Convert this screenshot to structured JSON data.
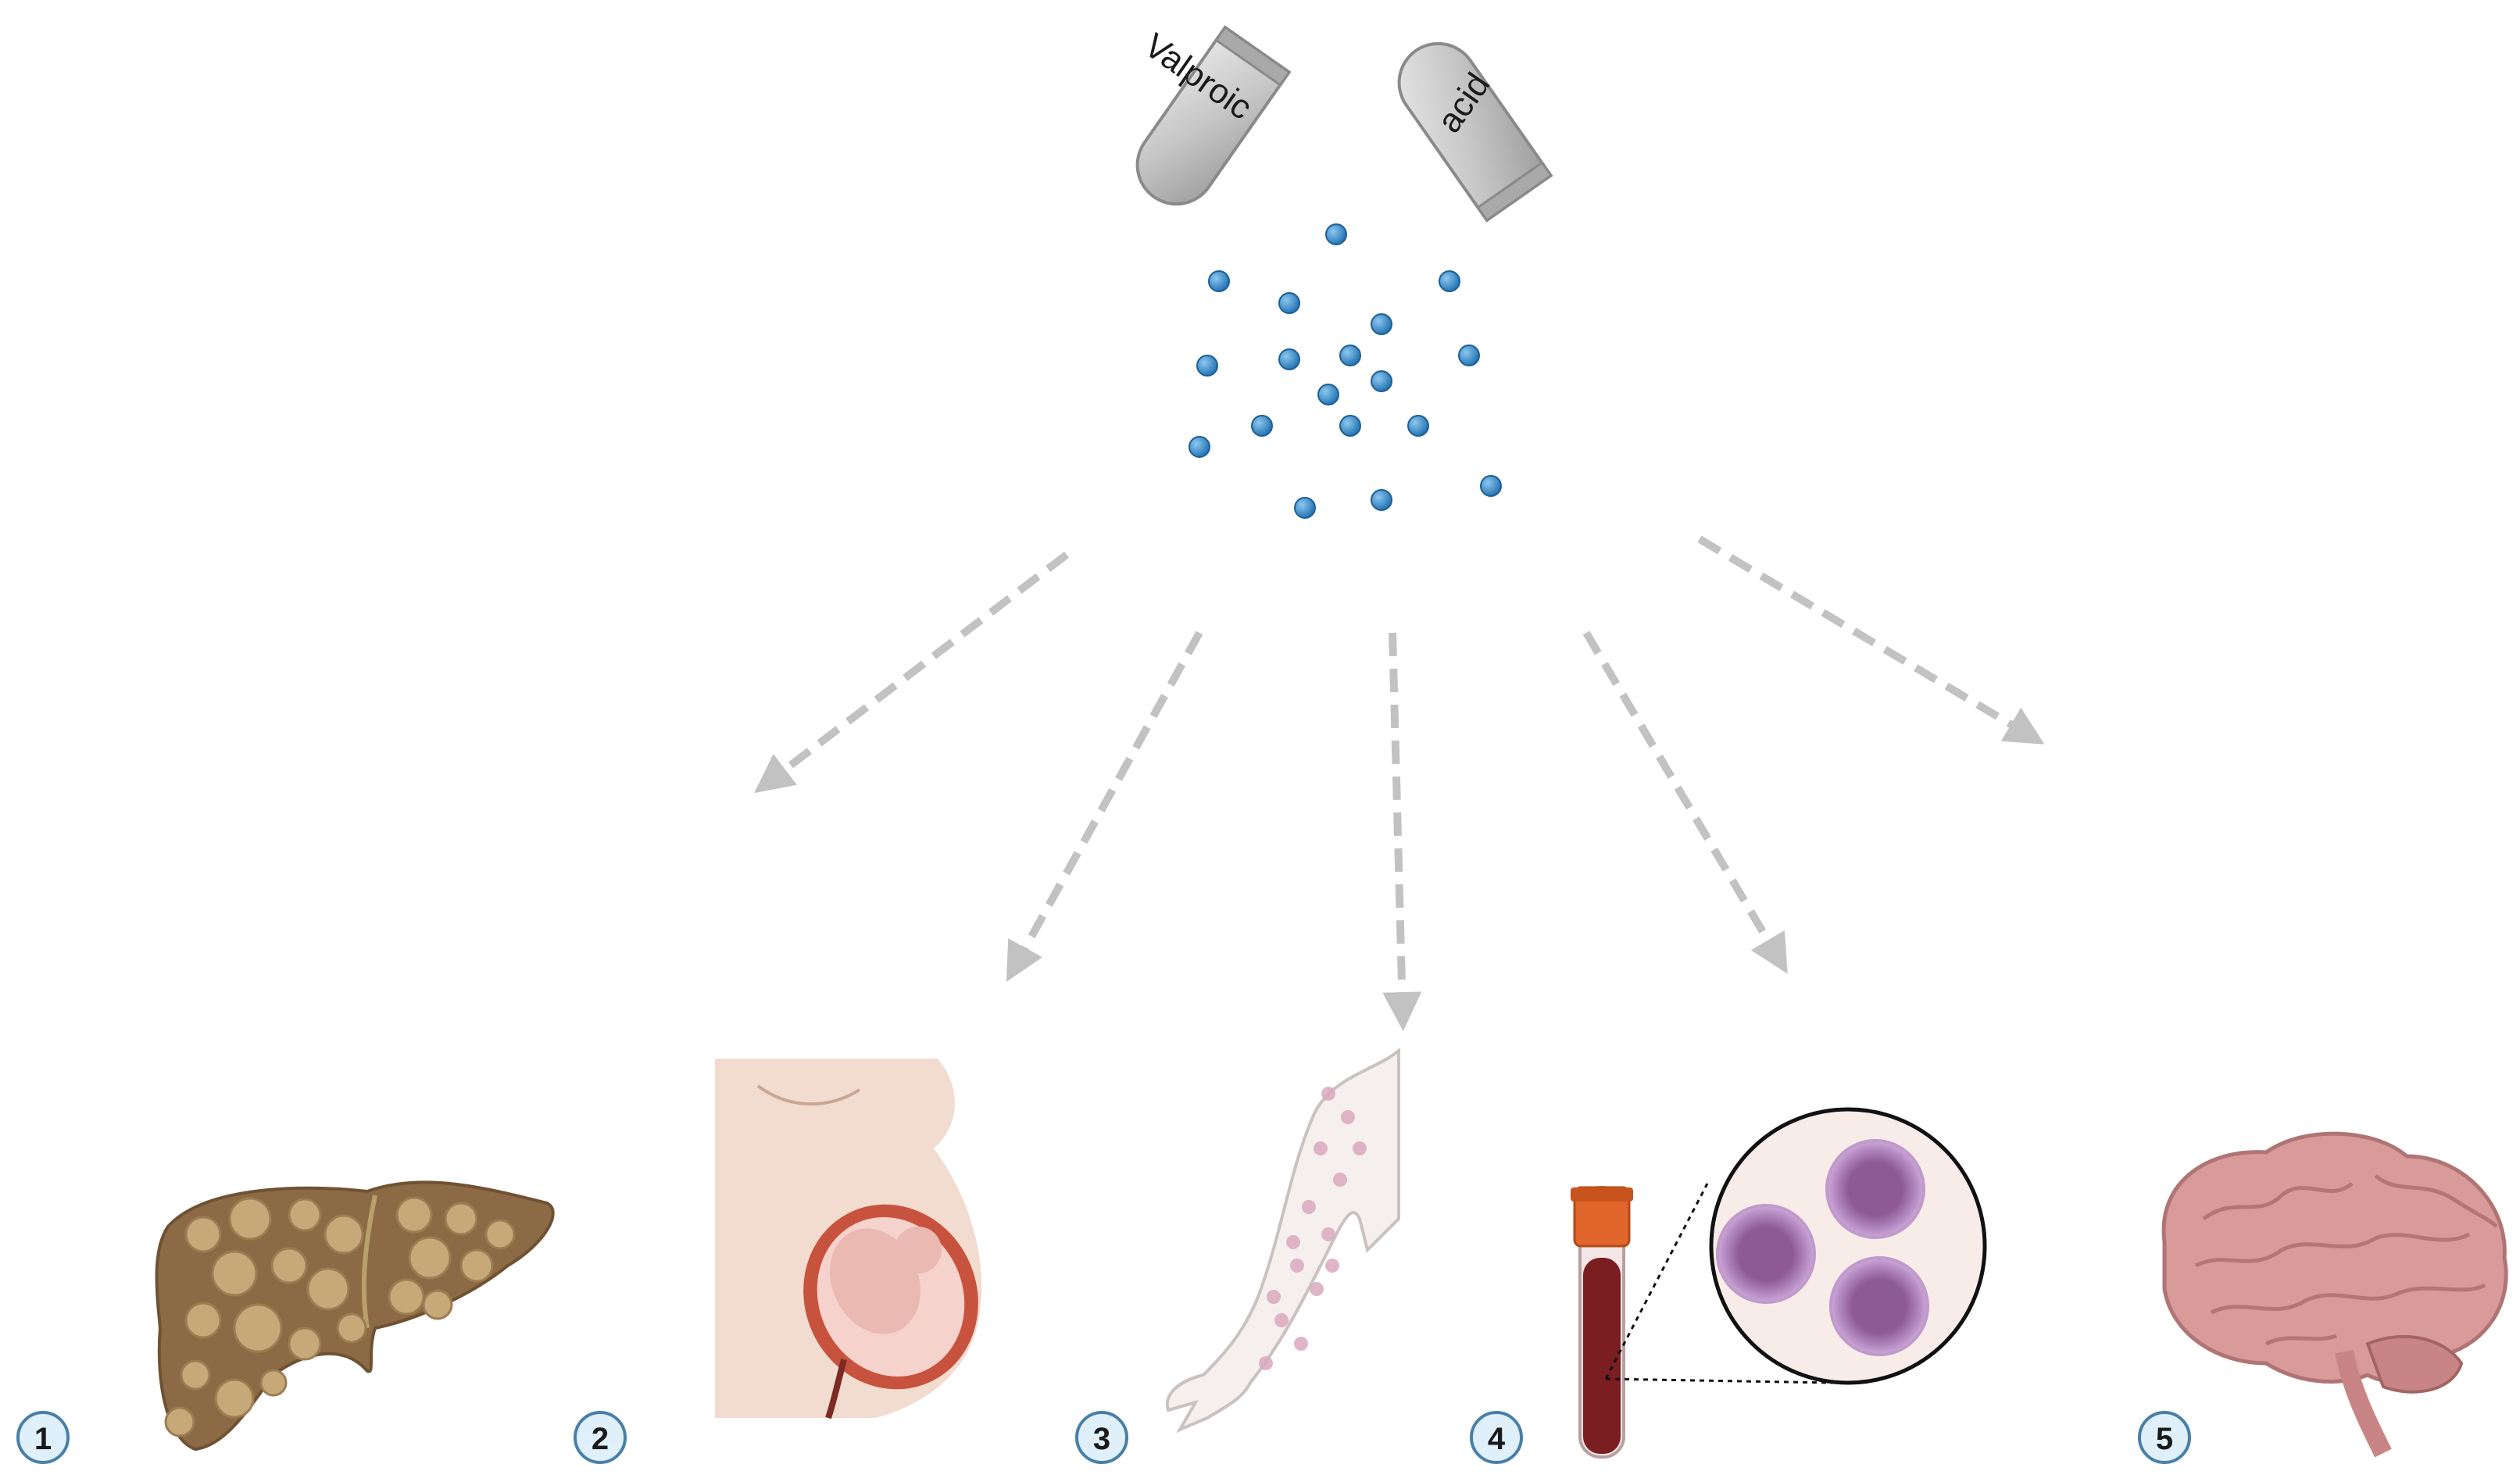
{
  "capsule": {
    "left_label": "Valproic",
    "right_label": "acid"
  },
  "effects": [
    {
      "number": "1",
      "icon": "liver-icon"
    },
    {
      "number": "2",
      "icon": "pregnancy-icon"
    },
    {
      "number": "3",
      "icon": "skin-rash-arm-icon"
    },
    {
      "number": "4",
      "icon": "blood-tube-cells-icon"
    },
    {
      "number": "5",
      "icon": "brain-icon"
    }
  ],
  "colors": {
    "capsule": "#c8c8c8",
    "particle": "#3a8fd0",
    "arrow": "#c2c2c2",
    "badge_fill": "#dff0fa",
    "badge_stroke": "#4a7fa6",
    "liver": "#8b6a45",
    "skin": "#f2dcd0",
    "blood": "#7a1e22",
    "cell": "#9a6aa8",
    "brain": "#d99a9a"
  }
}
